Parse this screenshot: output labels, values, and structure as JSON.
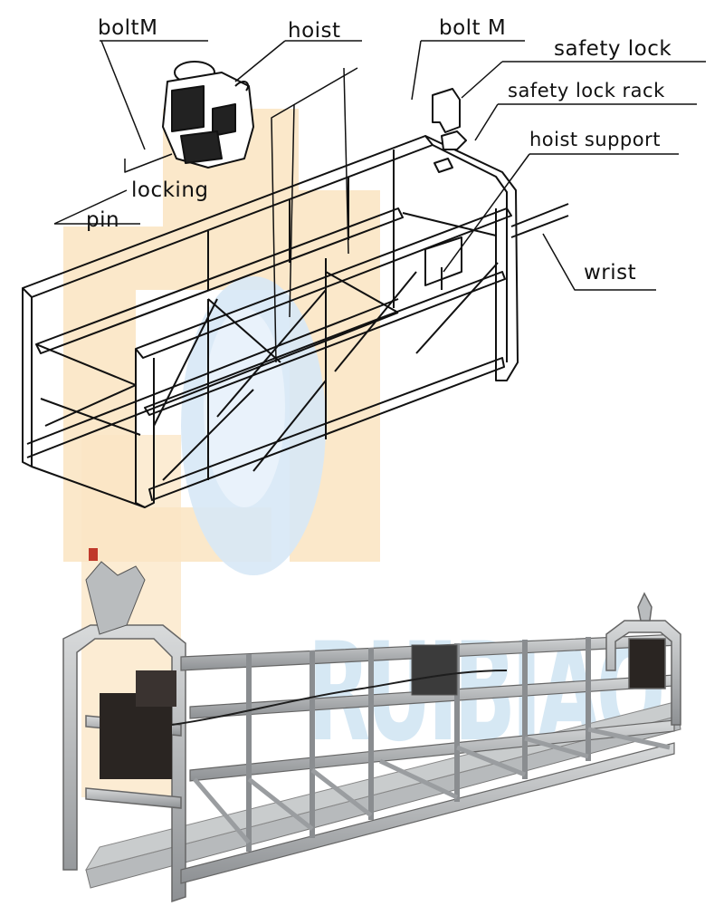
{
  "labels": {
    "boltM_left": "boltM",
    "hoist": "hoist",
    "bolt_m_right": "bolt M",
    "safety_lock": "safety lock",
    "safety_lock_rack": "safety lock rack",
    "hoist_support": "hoist support",
    "locking": "locking",
    "pin": "pin",
    "wrist": "wrist"
  },
  "watermark": {
    "text": "RUIBIAO"
  },
  "colors": {
    "watermark_logo": "#fbe6c4",
    "watermark_globe": "#d7e8f6",
    "watermark_text": "#cfe4f3",
    "steel": "#a9acae",
    "steel_dark": "#6d7073",
    "motor": "#2a2522"
  }
}
